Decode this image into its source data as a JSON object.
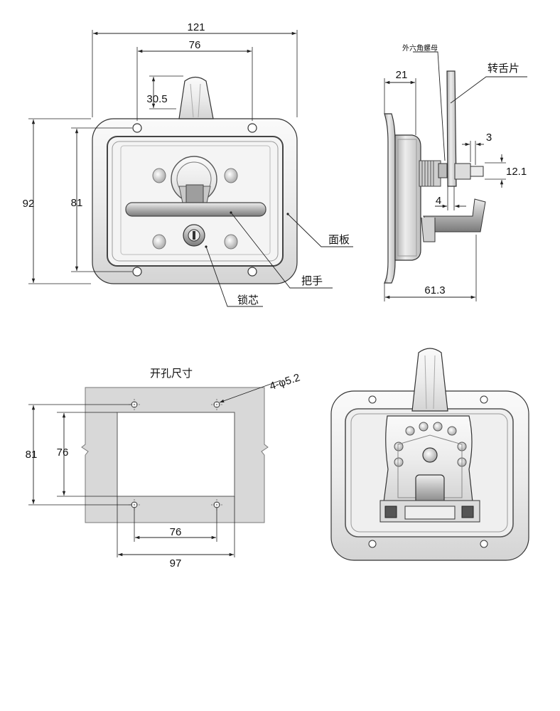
{
  "front_view": {
    "dims": {
      "overall_width": "121",
      "hole_spacing_h": "76",
      "tab_offset": "30.5",
      "overall_height": "92",
      "hole_spacing_v": "81"
    },
    "labels": {
      "panel": "面板",
      "handle": "把手",
      "lock_core": "锁芯"
    }
  },
  "side_view": {
    "dims": {
      "depth_top": "21",
      "tab_thickness": "3",
      "tab_height": "12.1",
      "gap": "4",
      "total_depth": "61.3"
    },
    "labels": {
      "hex_nut": "外六角螺母",
      "turn_tab": "转舌片"
    }
  },
  "cutout_view": {
    "title": "开孔尺寸",
    "hole_callout": "4-φ5.2",
    "dims": {
      "hole_spacing_v": "81",
      "cutout_height": "76",
      "hole_spacing_h": "76",
      "cutout_width": "97"
    }
  },
  "colors": {
    "line": "#222222",
    "metal_light": "#f2f2f2",
    "metal_mid": "#cfcfcf",
    "metal_dark": "#8a8a8a",
    "plate_grey": "#d8d8d8"
  }
}
